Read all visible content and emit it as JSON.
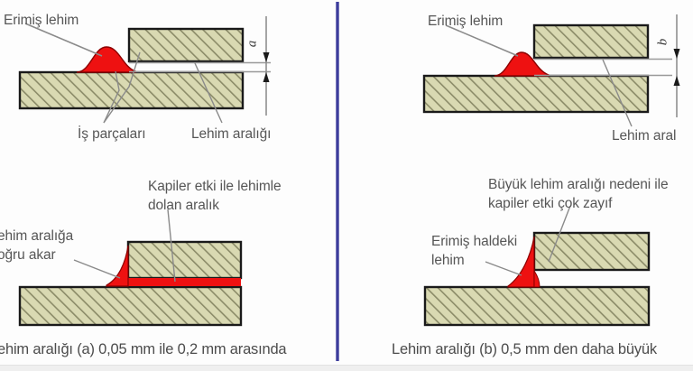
{
  "figure": {
    "title_semantic": "soldering-gap-comparison-diagram",
    "divider_color": "#3d3d9c",
    "metal_fill_color": "#d8d8b0",
    "metal_hatch_color": "#8a8a66",
    "metal_outline_color": "#1a1a1a",
    "solder_color": "#ee1111",
    "solder_outline_color": "#990000",
    "leader_color": "#7a7a7a",
    "text_color": "#565656",
    "background_color": "#fdfdfd"
  },
  "left_panel": {
    "name": "narrow-gap-panel",
    "top_diagram": {
      "molten_solder_label": "Erimiş lehim",
      "workpieces_label": "İş parçaları",
      "solder_gap_label": "Lehim aralığı",
      "dimension_label": "a"
    },
    "bottom_diagram": {
      "capillary_label_line1": "Kapiler etki ile lehimle",
      "capillary_label_line2": "dolan aralık",
      "flow_label_line1": "ehim aralığa",
      "flow_label_line2": "oğru akar"
    },
    "caption": "ehim aralığı (a) 0,05 mm ile 0,2 mm arasında"
  },
  "right_panel": {
    "name": "wide-gap-panel",
    "top_diagram": {
      "molten_solder_label": "Erimiş lehim",
      "solder_gap_label": "Lehim aral",
      "dimension_label": "b"
    },
    "bottom_diagram": {
      "weak_capillary_line1": "Büyük lehim aralığı nedeni ile",
      "weak_capillary_line2": "kapiler etki çok zayıf",
      "molten_state_line1": "Erimiş haldeki",
      "molten_state_line2": "lehim"
    },
    "caption": "Lehim aralığı (b) 0,5 mm den daha büyük"
  }
}
